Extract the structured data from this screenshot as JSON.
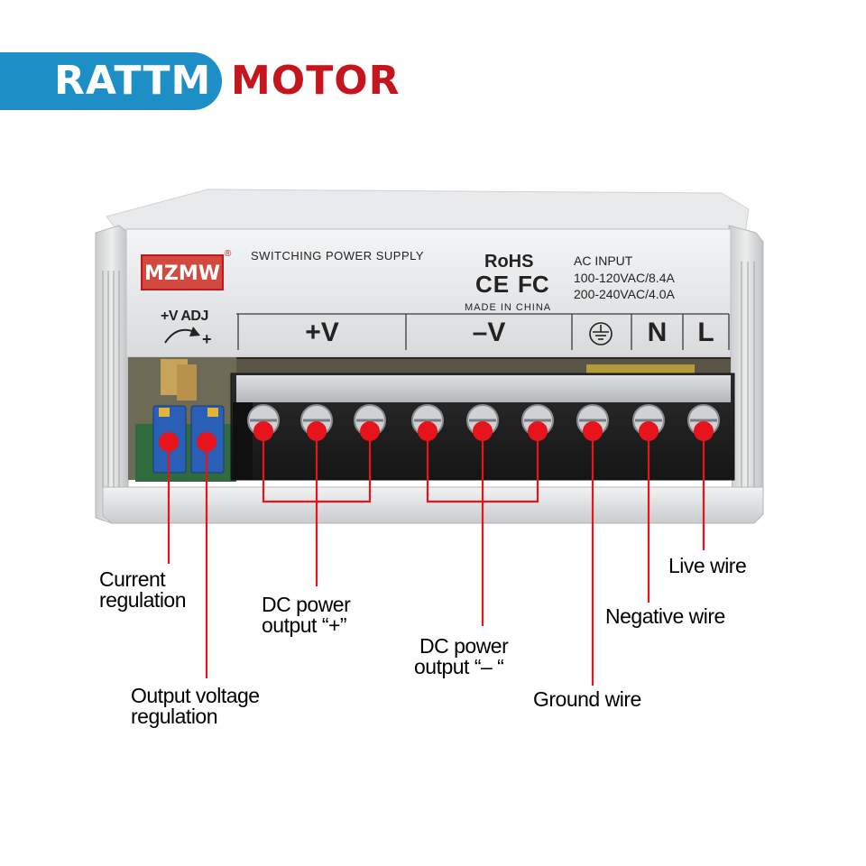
{
  "brand": {
    "name_part1": "RATTM",
    "name_part2": "MOTOR",
    "colors": {
      "blue": "#1e8fc6",
      "red": "#c4161c"
    }
  },
  "device": {
    "logo": "MZMW",
    "registered": "®",
    "title": "SWITCHING POWER SUPPLY",
    "rohs": "RoHS",
    "ce": "CE",
    "fc": "FC",
    "made_in": "MADE IN CHINA",
    "ac_input": {
      "title": "AC INPUT",
      "line1": "100-120VAC/8.4A",
      "line2": "200-240VAC/4.0A"
    },
    "adj_label": "+V ADJ",
    "adj_plus": "+",
    "terminals": {
      "plus_v": "+V",
      "minus_v": "–V",
      "ground_icon": "ground-symbol-icon",
      "n": "N",
      "l": "L"
    }
  },
  "annotations": {
    "marker_color": "#e8141b",
    "current_regulation": [
      "Current",
      "regulation"
    ],
    "output_voltage_regulation": [
      "Output voltage",
      "regulation"
    ],
    "dc_plus": [
      "DC power",
      "output  “+”"
    ],
    "dc_minus": [
      "DC power",
      "output  “–  “"
    ],
    "ground": "Ground wire",
    "negative": "Negative wire",
    "live": "Live wire"
  }
}
